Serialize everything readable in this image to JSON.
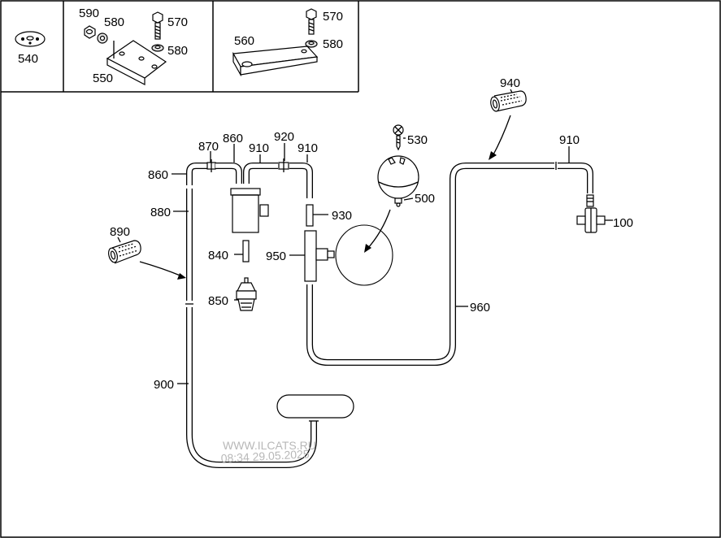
{
  "watermark": {
    "site": "WWW.ILCATS.RU",
    "timestamp": "08:34 29.05.2025"
  },
  "callouts": {
    "p540": "540",
    "p590": "590",
    "p580a": "580",
    "p570a": "570",
    "p580b": "580",
    "p550": "550",
    "p560": "560",
    "p570b": "570",
    "p580c": "580",
    "p940": "940",
    "p910c": "910",
    "p100": "100",
    "p530": "530",
    "p500": "500",
    "p870": "870",
    "p860a": "860",
    "p910a": "910",
    "p920": "920",
    "p910b": "910",
    "p860b": "860",
    "p880": "880",
    "p930": "930",
    "p890": "890",
    "p840": "840",
    "p950": "950",
    "p850": "850",
    "p960": "960",
    "p900": "900"
  }
}
